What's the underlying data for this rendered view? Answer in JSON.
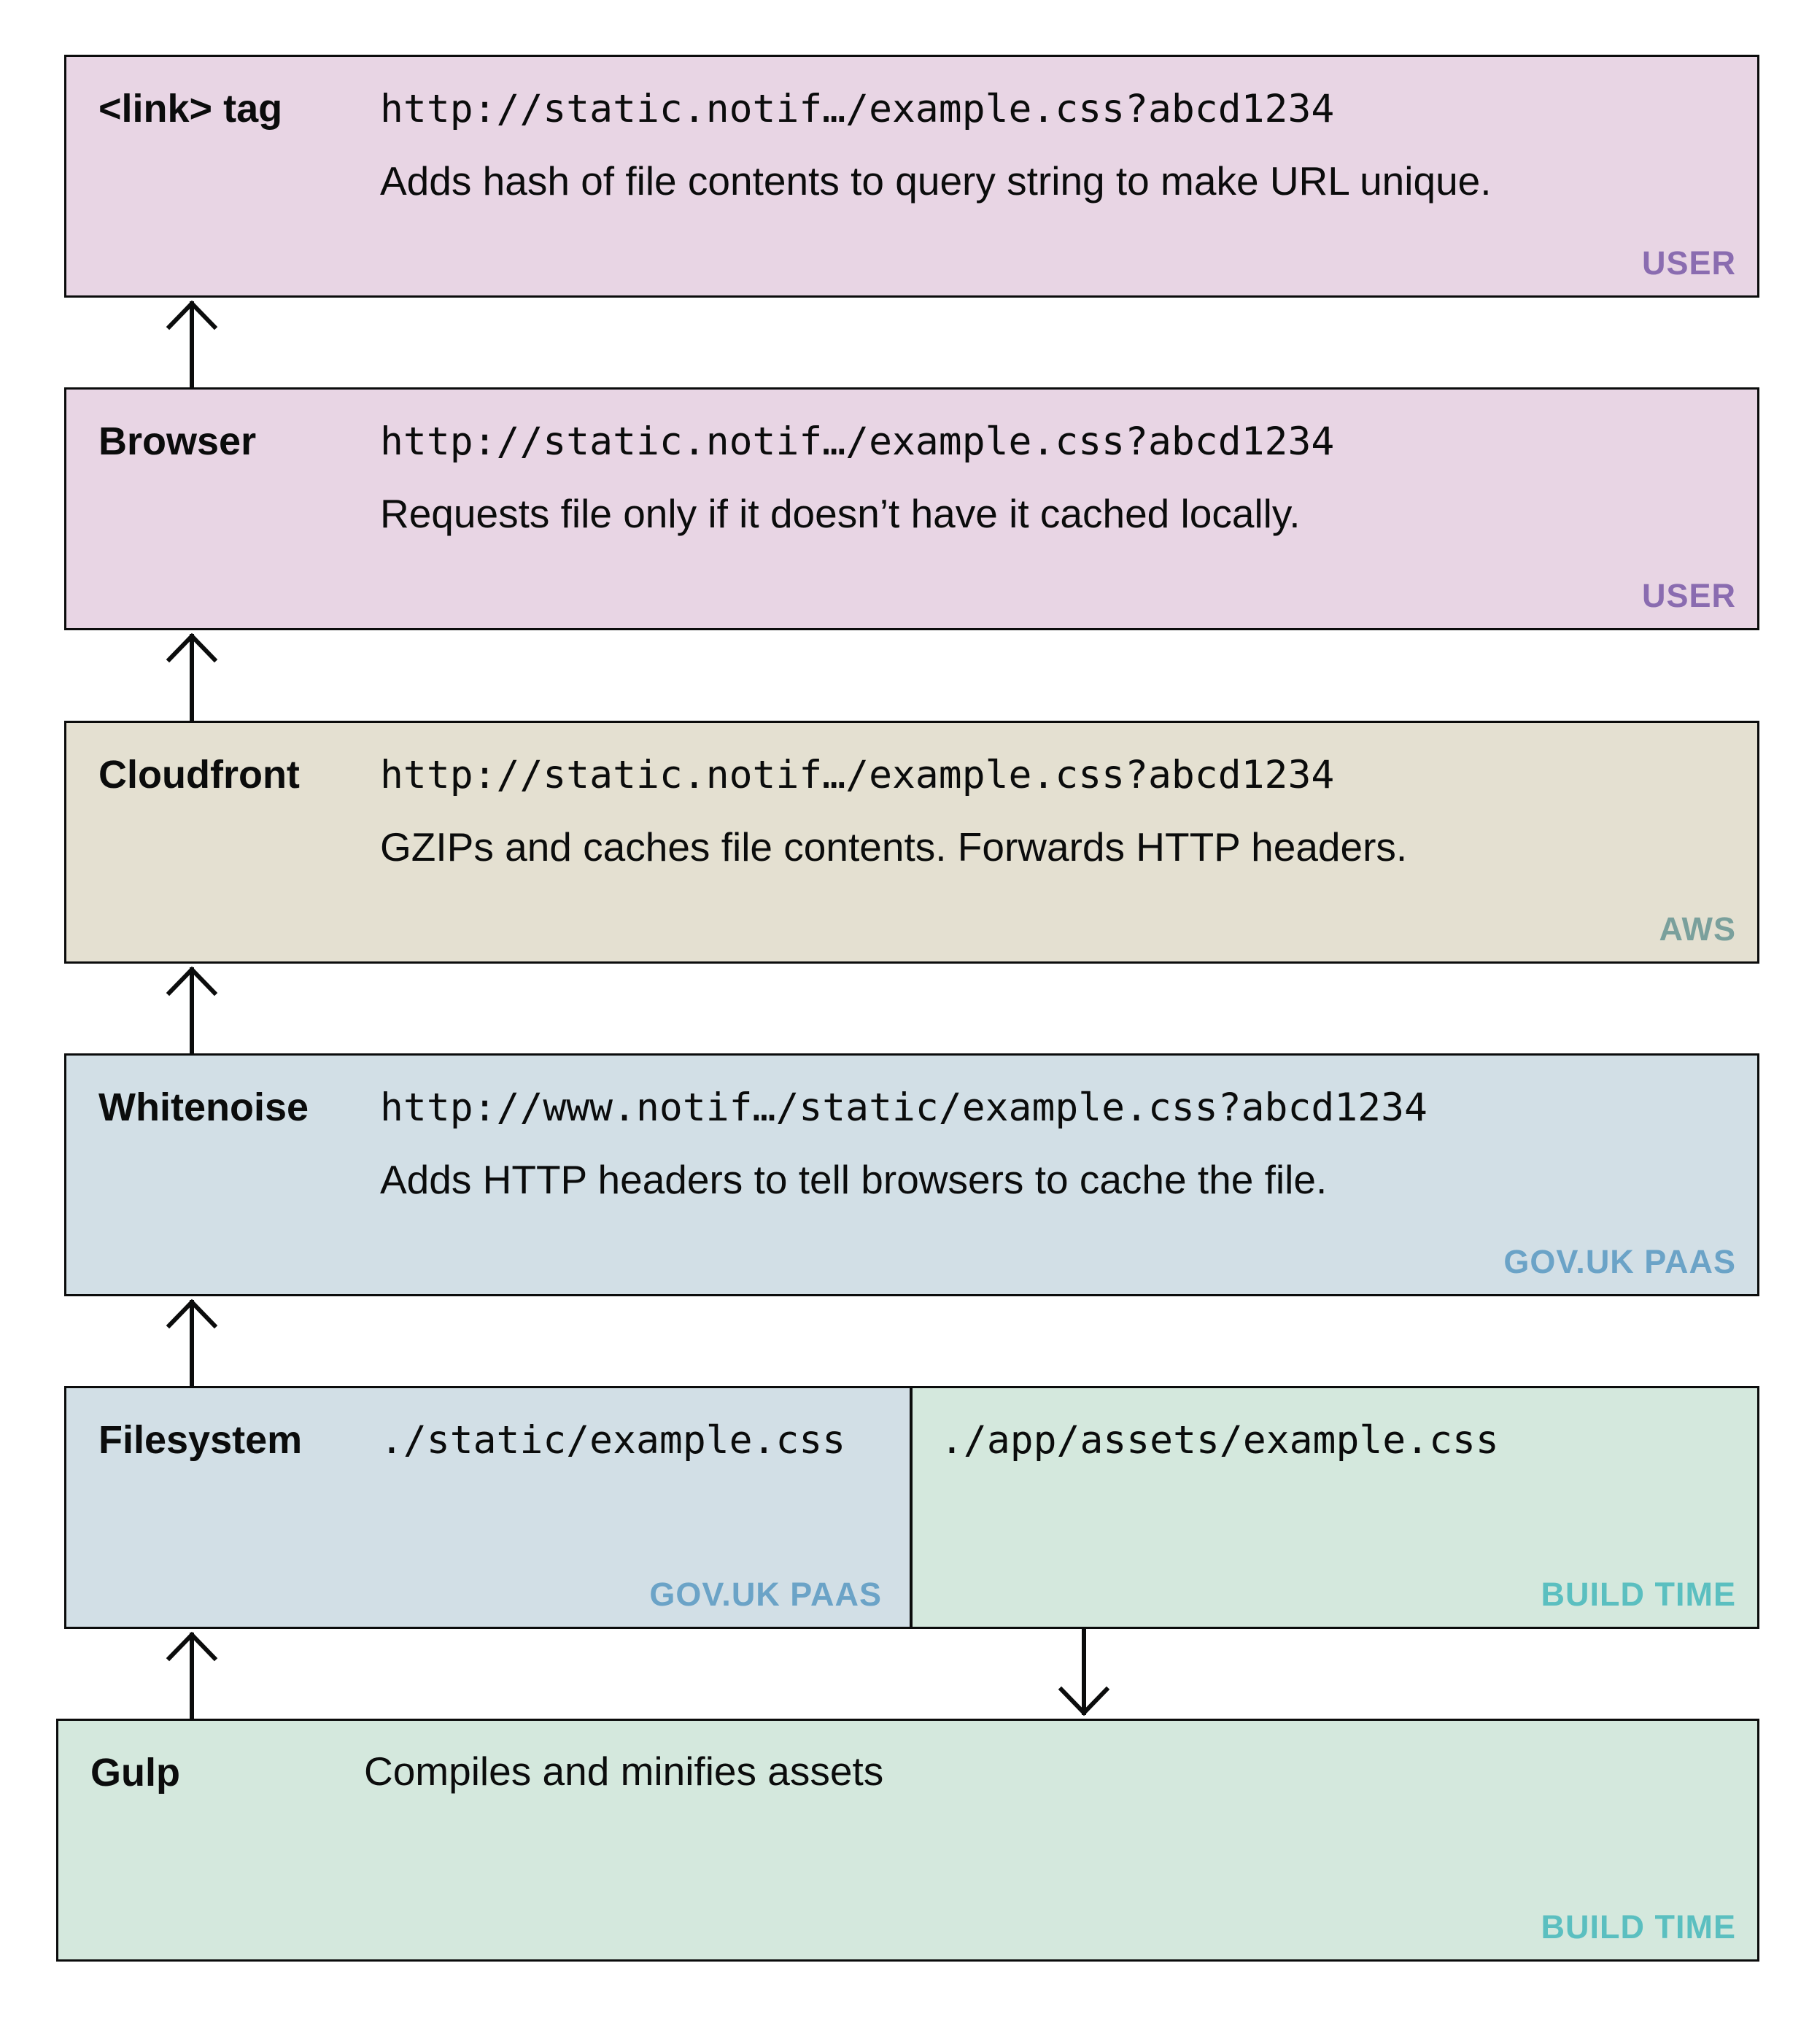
{
  "boxes": {
    "link_tag": {
      "name": "<link> tag",
      "url": "http://static.notif…/example.css?abcd1234",
      "description": "Adds hash of file contents to query string to make URL unique.",
      "tag": "USER"
    },
    "browser": {
      "name": "Browser",
      "url": "http://static.notif…/example.css?abcd1234",
      "description": "Requests file only if it doesn’t have it cached locally.",
      "tag": "USER"
    },
    "cloudfront": {
      "name": "Cloudfront",
      "url": "http://static.notif…/example.css?abcd1234",
      "description": "GZIPs and caches file contents. Forwards HTTP headers.",
      "tag": "AWS"
    },
    "whitenoise": {
      "name": "Whitenoise",
      "url": "http://www.notif…/static/example.css?abcd1234",
      "description": "Adds HTTP headers to tell browsers to cache the file.",
      "tag": "GOV.UK PAAS"
    },
    "filesystem": {
      "name": "Filesystem",
      "left_path": "./static/example.css",
      "left_tag": "GOV.UK PAAS",
      "right_path": "./app/assets/example.css",
      "right_tag": "BUILD TIME"
    },
    "gulp": {
      "name": "Gulp",
      "description": "Compiles and minifies assets",
      "tag": "BUILD TIME"
    }
  },
  "colors": {
    "user_bg": "#e8d5e4",
    "aws_bg": "#e4e0d1",
    "paas_bg": "#d2dfe6",
    "build_bg": "#d4e8dd",
    "user_tag": "#8a6cb0",
    "aws_tag": "#7aa09c",
    "paas_tag": "#6ba3c7",
    "build_tag": "#5bbfc0"
  }
}
